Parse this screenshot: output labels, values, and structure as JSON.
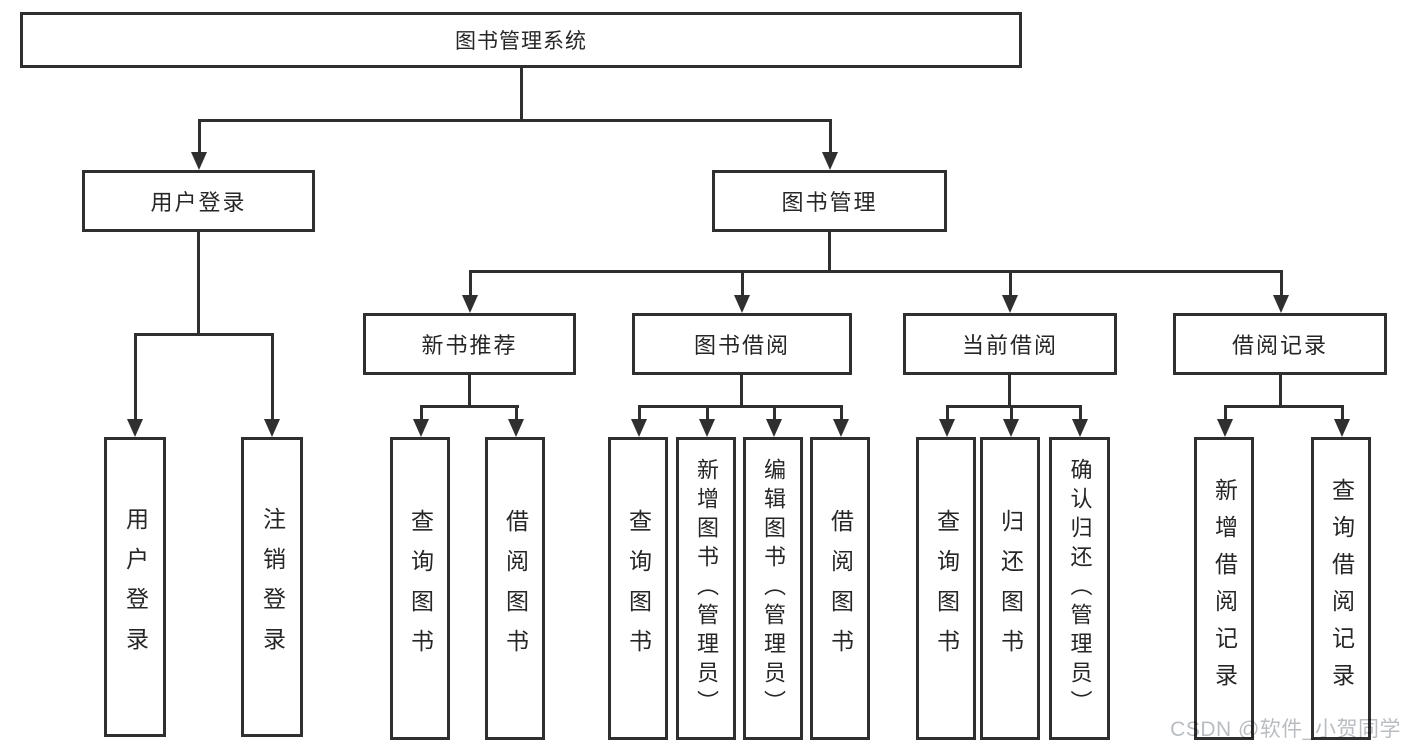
{
  "title": "图书管理系统",
  "tree": {
    "label": "图书管理系统",
    "children": [
      {
        "label": "用户登录",
        "children": [
          {
            "label": "用户登录"
          },
          {
            "label": "注销登录"
          }
        ]
      },
      {
        "label": "图书管理",
        "children": [
          {
            "label": "新书推荐",
            "children": [
              {
                "label": "查询图书"
              },
              {
                "label": "借阅图书"
              }
            ]
          },
          {
            "label": "图书借阅",
            "children": [
              {
                "label": "查询图书"
              },
              {
                "label": "新增图书（管理员）"
              },
              {
                "label": "编辑图书（管理员）"
              },
              {
                "label": "借阅图书"
              }
            ]
          },
          {
            "label": "当前借阅",
            "children": [
              {
                "label": "查询图书"
              },
              {
                "label": "归还图书"
              },
              {
                "label": "确认归还（管理员）"
              }
            ]
          },
          {
            "label": "借阅记录",
            "children": [
              {
                "label": "新增借阅记录"
              },
              {
                "label": "查询借阅记录"
              }
            ]
          }
        ]
      }
    ]
  },
  "watermark": "CSDN @软件_小贺同学",
  "colors": {
    "line": "#2f2f2f",
    "text": "#262626",
    "background": "#ffffff",
    "watermark": "#b9bdc2"
  }
}
